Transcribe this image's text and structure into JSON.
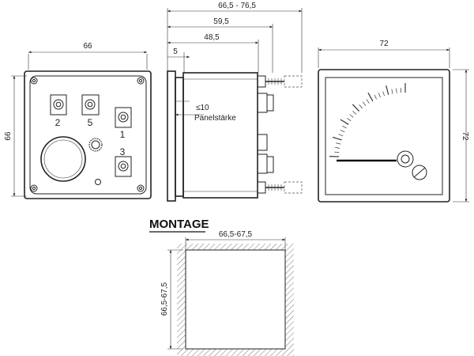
{
  "back_view": {
    "width_label": "66",
    "height_label": "66",
    "terminal_labels": [
      "2",
      "5",
      "1",
      "3"
    ]
  },
  "side_view": {
    "dims": [
      "66,5 - 76,5",
      "59,5",
      "48,5",
      "5"
    ],
    "panel_max": "≤10",
    "panel_label": "Panelstärke"
  },
  "front_view": {
    "width_label": "72",
    "height_label": "72"
  },
  "montage": {
    "title": "MONTAGE",
    "width_label": "66,5-67,5",
    "height_label": "66,5-67,5"
  }
}
